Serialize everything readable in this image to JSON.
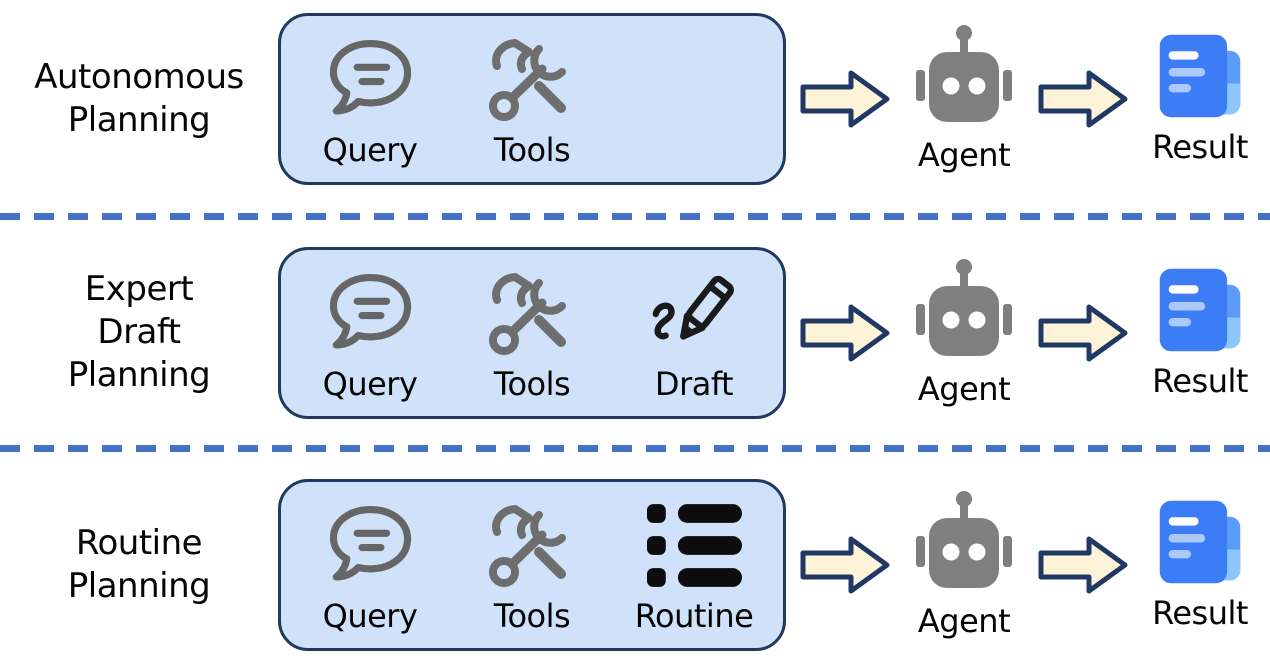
{
  "diagram": {
    "rows": [
      {
        "title_lines": [
          "Autonomous",
          "Planning"
        ],
        "inputs": [
          {
            "icon": "query-icon",
            "label": "Query"
          },
          {
            "icon": "tools-icon",
            "label": "Tools"
          }
        ],
        "agent_label": "Agent",
        "result_label": "Result"
      },
      {
        "title_lines": [
          "Expert",
          "Draft",
          "Planning"
        ],
        "inputs": [
          {
            "icon": "query-icon",
            "label": "Query"
          },
          {
            "icon": "tools-icon",
            "label": "Tools"
          },
          {
            "icon": "draft-icon",
            "label": "Draft"
          }
        ],
        "agent_label": "Agent",
        "result_label": "Result"
      },
      {
        "title_lines": [
          "Routine",
          "Planning"
        ],
        "inputs": [
          {
            "icon": "query-icon",
            "label": "Query"
          },
          {
            "icon": "tools-icon",
            "label": "Tools"
          },
          {
            "icon": "routine-icon",
            "label": "Routine"
          }
        ],
        "agent_label": "Agent",
        "result_label": "Result"
      }
    ],
    "colors": {
      "input_box_fill": "#cfe2f9",
      "input_box_border": "#1e3a5f",
      "arrow_fill": "#fcf3d9",
      "arrow_border": "#1f3864",
      "separator_dash": "#4472c4",
      "icon_gray": "#6e6e6e",
      "robot_gray": "#7f7f7f",
      "doc_blue": "#3c7df6",
      "doc_blue_light": "#5b9cf8",
      "doc_blue_lighter": "#8ec6fb",
      "icon_black": "#141414"
    }
  }
}
